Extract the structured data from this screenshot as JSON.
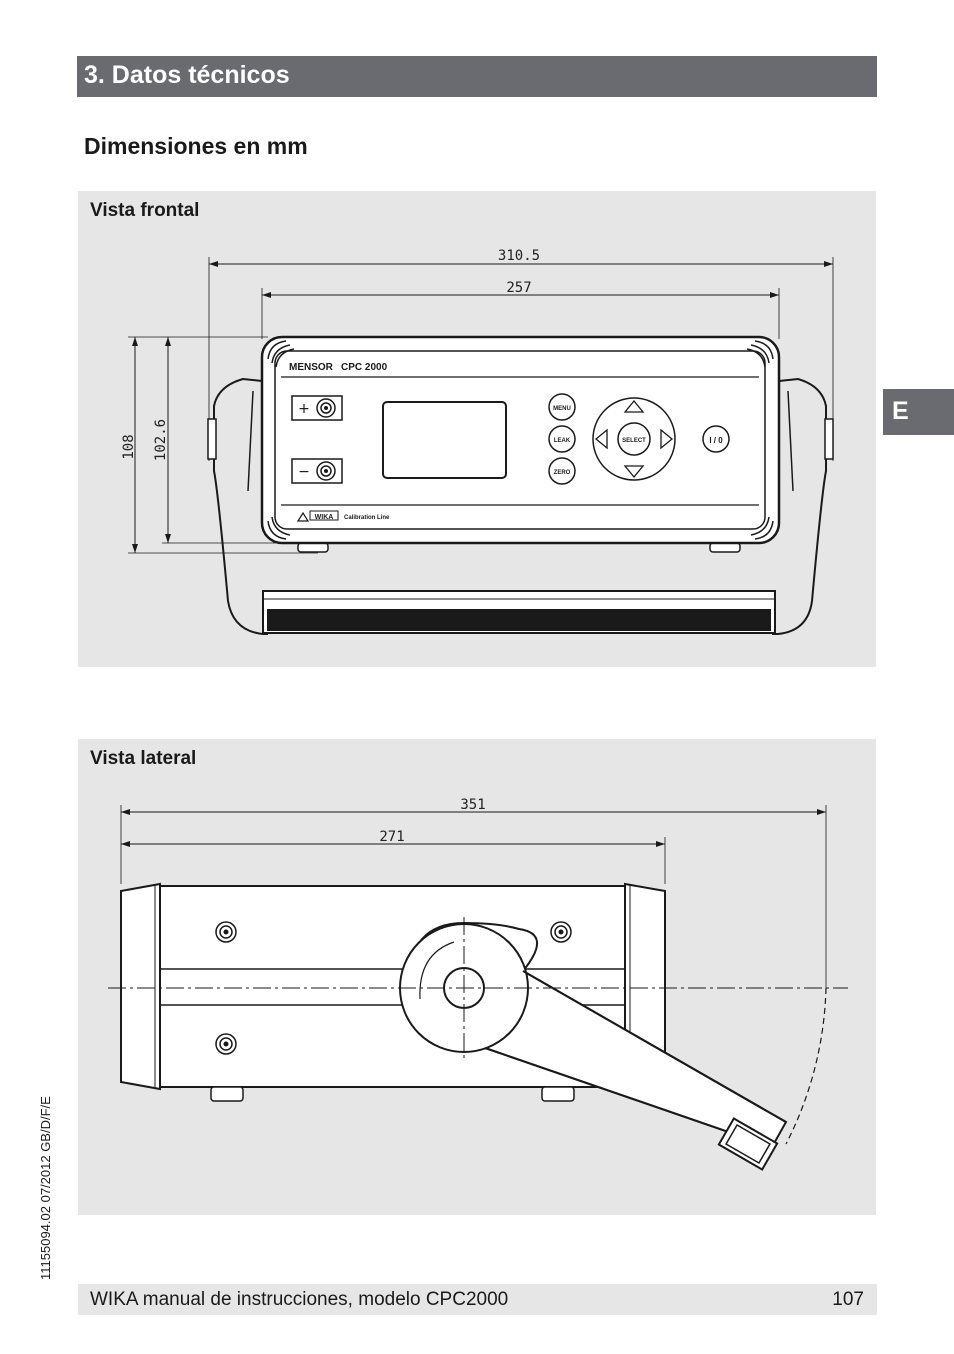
{
  "section": {
    "title": "3. Datos técnicos"
  },
  "subheading": "Dimensiones en mm",
  "front_view": {
    "title": "Vista frontal",
    "dim_total_width": "310.5",
    "dim_body_width": "257",
    "dim_total_height": "108",
    "dim_body_height": "102.6",
    "device_brand": "MENSOR",
    "device_model": "CPC 2000",
    "btn_menu": "MENU",
    "btn_leak": "LEAK",
    "btn_zero": "ZERO",
    "btn_select": "SELECT",
    "btn_power": "I / 0",
    "port_plus": "+",
    "port_minus": "−",
    "logo_text": "WIKA",
    "tagline": "Calibration Line"
  },
  "side_view": {
    "title": "Vista lateral",
    "dim_total_length": "351",
    "dim_body_length": "271"
  },
  "side_tab": "E",
  "doc_code": "11155094.02 07/2012 GB/D/F/E",
  "footer": {
    "text": "WIKA manual de instrucciones, modelo CPC2000",
    "page": "107"
  }
}
